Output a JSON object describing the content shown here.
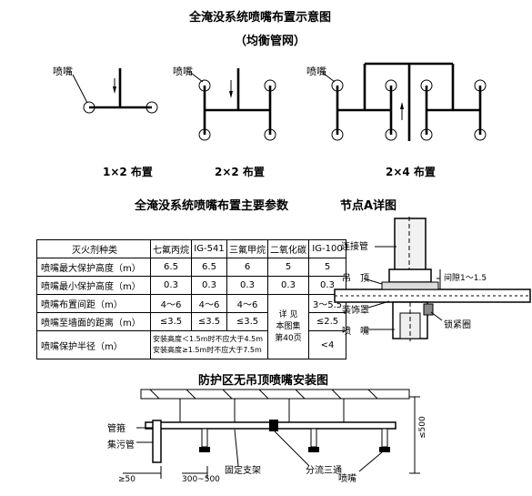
{
  "titles": {
    "main": "全淹没系统喷嘴布置示意图",
    "sub": "（均衡管网）",
    "params": "全淹没系统喷嘴布置主要参数",
    "node": "节点A详图",
    "install": "防护区无吊顶喷嘴安装图"
  },
  "layouts": {
    "nozzle_label": "喷嘴",
    "l1": "1×2 布置",
    "l2": "2×2 布置",
    "l3": "2×4 布置"
  },
  "table": {
    "header": [
      "灭火剂种类",
      "七氟丙烷",
      "IG-541",
      "三氟甲烷",
      "二氧化碳",
      "IG-100"
    ],
    "rows": [
      {
        "label": "喷嘴最大保护高度（m）",
        "values": [
          "6.5",
          "6.5",
          "6",
          "5",
          "5"
        ]
      },
      {
        "label": "喷嘴最小保护高度（m）",
        "values": [
          "0.3",
          "0.3",
          "0.3",
          "0.3",
          "0.3"
        ]
      },
      {
        "label": "喷嘴布置间距（m）",
        "values": [
          "4～6",
          "4～6",
          "4～6",
          "",
          "3～5.5"
        ]
      },
      {
        "label": "喷嘴至墙面的距离（m）",
        "values": [
          "≤3.5",
          "≤3.5",
          "≤3.5",
          "",
          "≤2.5"
        ]
      },
      {
        "label": "喷嘴保护半径（m）",
        "values": [
          "",
          "",
          "",
          "",
          "<4"
        ]
      }
    ],
    "co2_note": [
      "详 见",
      "本图集",
      "第40页"
    ],
    "radius_note": [
      "安装高度＜1.5m时不应大于4.5m",
      "安装高度≥1.5m时不应大于7.5m"
    ]
  },
  "node_detail": {
    "connector": "连接管",
    "ceiling": "吊　顶",
    "trim": "装饰罩",
    "nozzle": "喷　嘴",
    "gap": "间隙1～1.5",
    "locknut": "锁紧圈"
  },
  "install": {
    "pipe_clamp": "管箍",
    "dirt_pipe": "集污管",
    "support": "固定支架",
    "tee": "分流三通",
    "nozzle": "喷嘴",
    "dim_left": "≥50",
    "dim_span": "300~500",
    "dim_height": "≤500"
  }
}
